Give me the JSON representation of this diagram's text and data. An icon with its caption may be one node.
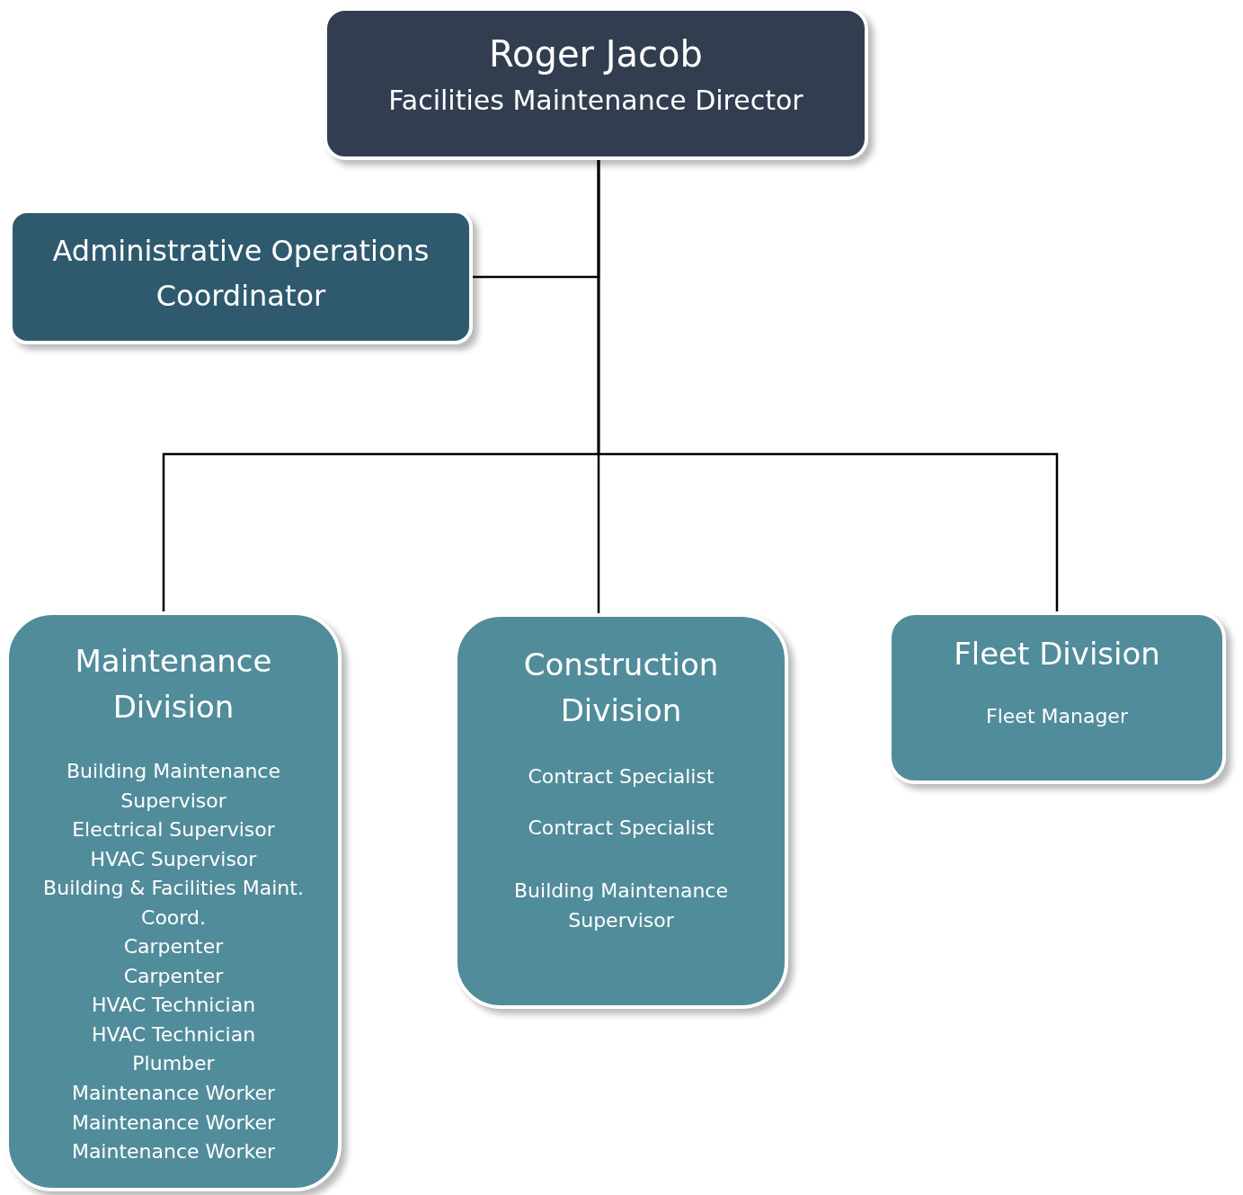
{
  "diagram": {
    "nodes": [
      {
        "text": [
          "Roger Jacob",
          "Facilities Maintenance Director"
        ]
      },
      {
        "text": [
          "Administrative Operations Coordinator"
        ]
      },
      {
        "text": [
          "Maintenance Division",
          "Building Maintenance Supervisor",
          "Electrical Supervisor",
          "HVAC Supervisor",
          "Building & Facilities Maint. Coord.",
          "Carpenter",
          "Carpenter",
          "HVAC Technician",
          "HVAC Technician",
          "Plumber",
          "Maintenance Worker",
          "Maintenance Worker",
          "Maintenance Worker"
        ]
      },
      {
        "text": [
          "Construction Division",
          "Contract Specialist",
          "Contract Specialist",
          "Building Maintenance Supervisor"
        ]
      },
      {
        "text": [
          "Fleet Division",
          "Fleet Manager"
        ]
      }
    ],
    "edges": [
      {
        "from": 0,
        "to": 1,
        "arrow": "none"
      },
      {
        "from": 0,
        "to": 2,
        "arrow": "none"
      },
      {
        "from": 0,
        "to": 3,
        "arrow": "none"
      },
      {
        "from": 0,
        "to": 4,
        "arrow": "none"
      }
    ]
  }
}
